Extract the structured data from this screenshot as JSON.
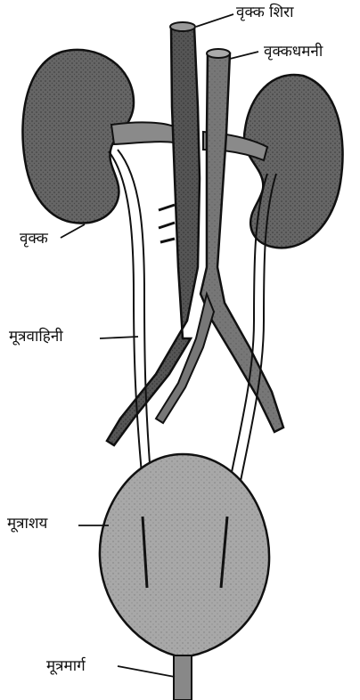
{
  "diagram": {
    "labels": {
      "renal_vein": "वृक्क शिरा",
      "renal_artery": "वृक्कधमनी",
      "kidney": "वृक्क",
      "ureter": "मूत्रवाहिनी",
      "bladder": "मूत्राशय",
      "urethra": "मूत्रमार्ग"
    },
    "colors": {
      "ink": "#111111",
      "organ_fill": "#6e6e6e",
      "bladder_fill": "#a8a8a8",
      "vessel_fill": "#8a8a8a",
      "background": "#ffffff"
    }
  }
}
